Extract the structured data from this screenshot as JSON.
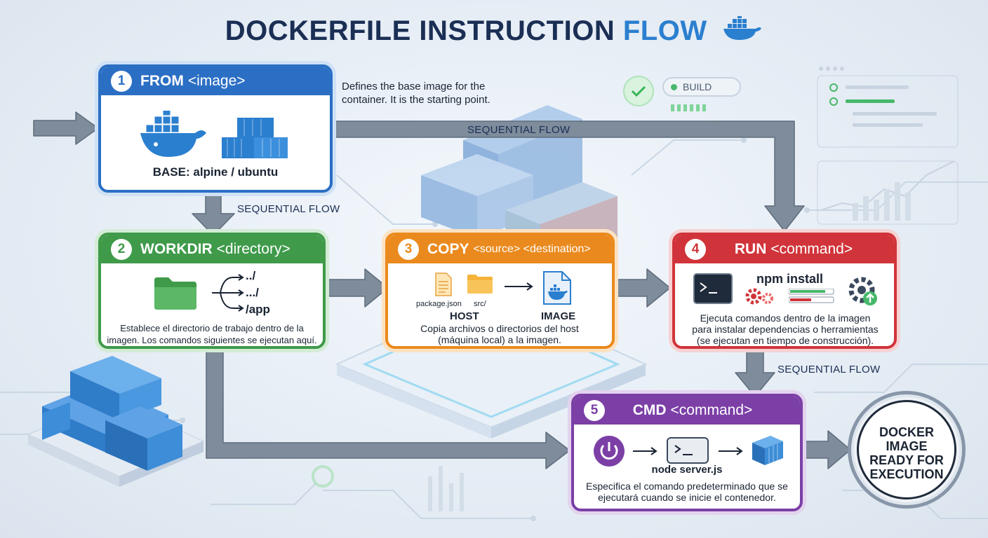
{
  "title": {
    "main": "DOCKERFILE INSTRUCTION",
    "accent": "FLOW"
  },
  "build_widget": {
    "label": "BUILD"
  },
  "flow_labels": {
    "top": "SEQUENTIAL FLOW",
    "left": "SEQUENTIAL FLOW",
    "right": "SEQUENTIAL FLOW"
  },
  "steps": [
    {
      "number": "1",
      "keyword": "FROM",
      "argument": "<image>",
      "color": "#2b6fc4",
      "detail": "BASE: alpine / ubuntu",
      "side_note": "Defines the base image for the container. It is the starting point."
    },
    {
      "number": "2",
      "keyword": "WORKDIR",
      "argument": "<directory>",
      "color": "#3f9a4a",
      "paths": [
        "../",
        ".../",
        "/app"
      ],
      "description": "Establece el directorio de trabajo dentro de la imagen. Los comandos siguientes se ejecutan aquí."
    },
    {
      "number": "3",
      "keyword": "COPY",
      "argument": "<source> <destination>",
      "color": "#ea8a1e",
      "files": [
        "package.json",
        "src/"
      ],
      "host_label": "HOST",
      "image_label": "IMAGE",
      "description": "Copia archivos o directorios del host (máquina local) a la imagen."
    },
    {
      "number": "4",
      "keyword": "RUN",
      "argument": "<command>",
      "color": "#d0343a",
      "command": "npm install",
      "description": "Ejecuta comandos dentro de la imagen para instalar dependencias o herramientas (se ejecutan en tiempo de construcción)."
    },
    {
      "number": "5",
      "keyword": "CMD",
      "argument": "<command>",
      "color": "#7b3fa6",
      "command": "node server.js",
      "description": "Especifica el comando predeterminado que se ejecutará cuando se inicie el contenedor."
    }
  ],
  "result": {
    "lines": [
      "DOCKER",
      "IMAGE",
      "READY FOR",
      "EXECUTION"
    ]
  }
}
